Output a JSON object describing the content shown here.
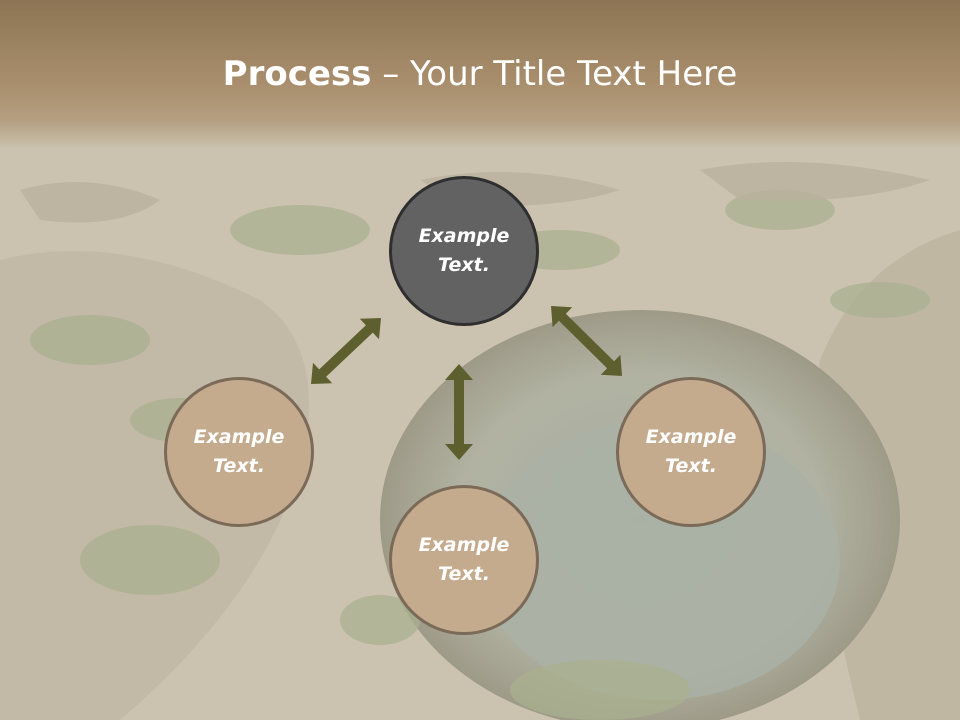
{
  "slide": {
    "title_bold": "Process",
    "title_dash": " – ",
    "title_rest": "Your Title Text Here"
  },
  "diagram": {
    "nodes": [
      {
        "id": "top",
        "label": "Example\nText.",
        "style": "dark"
      },
      {
        "id": "left",
        "label": "Example\nText.",
        "style": "tan"
      },
      {
        "id": "bottom",
        "label": "Example\nText.",
        "style": "tan"
      },
      {
        "id": "right",
        "label": "Example\nText.",
        "style": "tan"
      }
    ],
    "arrow_color": "#5e5f2f",
    "colors": {
      "dark_node": "#626262",
      "tan_node": "#c4ab8e",
      "title_band": "#8c7454"
    }
  }
}
